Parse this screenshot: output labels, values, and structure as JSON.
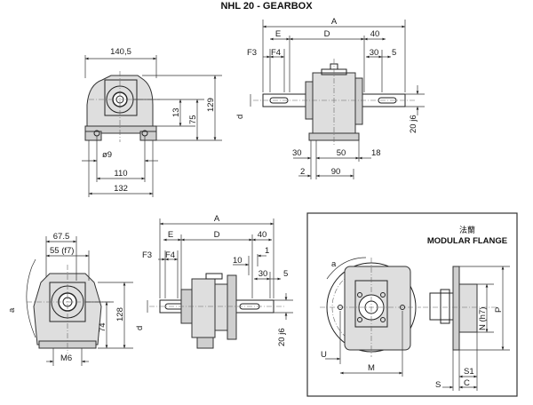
{
  "title": "NHL 20 - GEARBOX",
  "top_left_view": {
    "dims": {
      "width": "140,5",
      "h1": "13",
      "h2": "75",
      "h3": "129",
      "hole": "ø9",
      "base1": "110",
      "base2": "132"
    }
  },
  "top_right_view": {
    "dims": {
      "A": "A",
      "E": "E",
      "D": "D",
      "d40": "40",
      "F3": "F3",
      "F4": "F4",
      "d30": "30",
      "d5": "5",
      "d": "d",
      "shaft": "20 j6",
      "b30": "30",
      "b50": "50",
      "b18": "18",
      "b2": "2",
      "b90": "90"
    }
  },
  "bottom_left_view": {
    "dims": {
      "w": "67.5",
      "f": "55 (f7)",
      "a": "a",
      "h128": "128",
      "h74": "74",
      "m": "M6"
    }
  },
  "bottom_mid_view": {
    "dims": {
      "A": "A",
      "E": "E",
      "D": "D",
      "d40": "40",
      "F3": "F3",
      "F4": "F4",
      "d10": "10",
      "d1": "1",
      "d30": "30",
      "d5": "5",
      "d": "d",
      "shaft": "20 j6"
    }
  },
  "flange_panel": {
    "title_cn": "法蘭",
    "title_en": "MODULAR FLANGE",
    "dims": {
      "a": "a",
      "N": "N (h7)",
      "P": "P",
      "U": "U",
      "M": "M",
      "S1": "S1",
      "S": "S",
      "C": "C"
    }
  }
}
